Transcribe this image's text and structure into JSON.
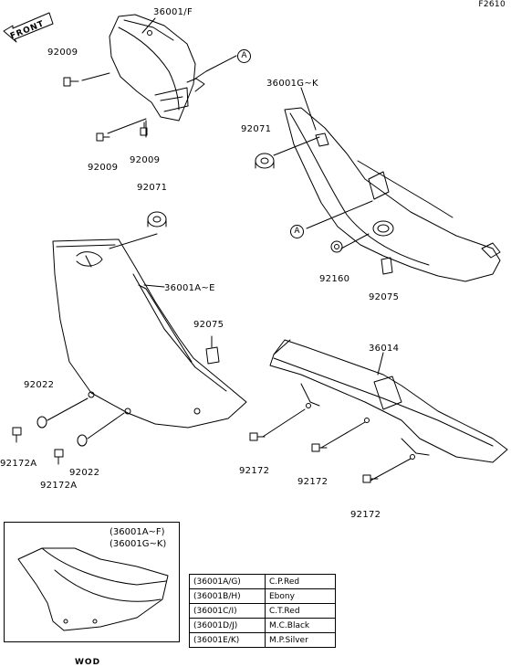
{
  "diagram_code": "F2610",
  "front_label": "FRONT",
  "labels": {
    "p36001F": "36001/F",
    "p92009_a": "92009",
    "p92009_b": "92009",
    "p92009_c": "92009",
    "p36001GK": "36001G~K",
    "p92071_a": "92071",
    "p92071_b": "92071",
    "p36001AE": "36001A~E",
    "p92160": "92160",
    "p92075_a": "92075",
    "p92075_b": "92075",
    "p36014": "36014",
    "p92022_a": "92022",
    "p92022_b": "92022",
    "p92172A_a": "92172A",
    "p92172A_b": "92172A",
    "p92172_a": "92172",
    "p92172_b": "92172",
    "p92172_c": "92172"
  },
  "callouts": {
    "a1": "A",
    "a2": "A"
  },
  "inset": {
    "line1": "(36001A~F)",
    "line2": "(36001G~K)",
    "caption": "WOD"
  },
  "color_table": [
    {
      "code": "(36001A/G)",
      "color": "C.P.Red"
    },
    {
      "code": "(36001B/H)",
      "color": "Ebony"
    },
    {
      "code": "(36001C/I)",
      "color": "C.T.Red"
    },
    {
      "code": "(36001D/J)",
      "color": "M.C.Black"
    },
    {
      "code": "(36001E/K)",
      "color": "M.P.Silver"
    }
  ]
}
